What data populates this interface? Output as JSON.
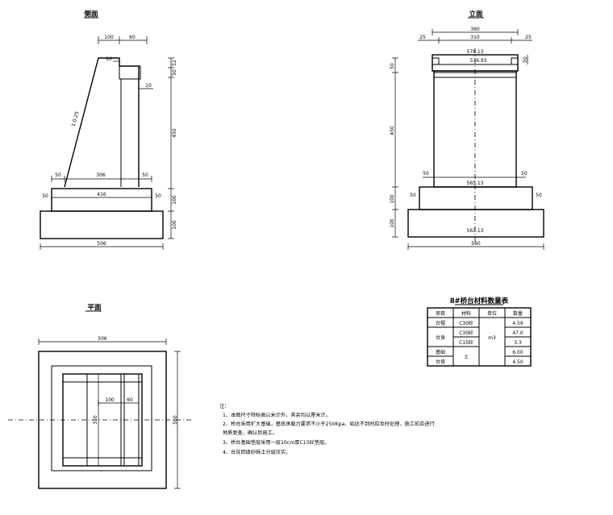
{
  "side_view": {
    "title": "侧面",
    "top_dims": [
      "100",
      "60"
    ],
    "cap_dim": "10",
    "right_dim": "10",
    "slope": "1:0.25",
    "mid_dims": [
      "50",
      "306",
      "50"
    ],
    "base_top": "416",
    "left_small": "50",
    "right_small": "50",
    "bottom_total": "506",
    "vert_dims": [
      "52",
      "50",
      "450",
      "100",
      "100"
    ]
  },
  "front_view": {
    "title": "立面",
    "top_total": "360",
    "top_inner": "310",
    "top_side": "25",
    "top_side_r": "25",
    "elev_top": "578.13",
    "elev_cap": "576.93",
    "elev_mid": "565.13",
    "elev_bottom": "563.13",
    "step_l": "50",
    "step_r": "50",
    "base_l": "50",
    "base_r": "50",
    "bottom_total": "560",
    "vert_dims": [
      "50",
      "450",
      "100",
      "100"
    ],
    "right_top": "50"
  },
  "plan_view": {
    "title": "平面",
    "top_total": "506",
    "inner_dims": [
      "100",
      "60"
    ],
    "center_dim": "310",
    "right_dim": "560"
  },
  "table": {
    "title": "Ⅱ#桥台材料数量表",
    "headers": [
      "项目",
      "材料",
      "单位",
      "数量"
    ],
    "rows": [
      {
        "item": "台帽",
        "material": "C30砼",
        "unit": "",
        "qty": "4.59"
      },
      {
        "item": "台身",
        "material": "C30砼",
        "unit": "m3",
        "qty": "47.0"
      },
      {
        "item": "",
        "material": "C15砼",
        "unit": "",
        "qty": "3.3"
      },
      {
        "item": "基础",
        "material": "土",
        "unit": "",
        "qty": "6.00"
      },
      {
        "item": "台背",
        "material": "",
        "unit": "",
        "qty": "4.50"
      }
    ]
  },
  "notes": {
    "heading": "注：",
    "lines": [
      "1、本图尺寸除标高以米计外，其余均以厘米计。",
      "2、桥台采用扩大基础，基底承载力要求不小于250Kpa，如达不到时应及时处理，施工前应进行",
      "   地质复查，确认后施工。",
      "3、桥台基础垫层采用一层10cm厚C15砼垫层。",
      "4、台背回填砂砾土分层压实。"
    ]
  }
}
